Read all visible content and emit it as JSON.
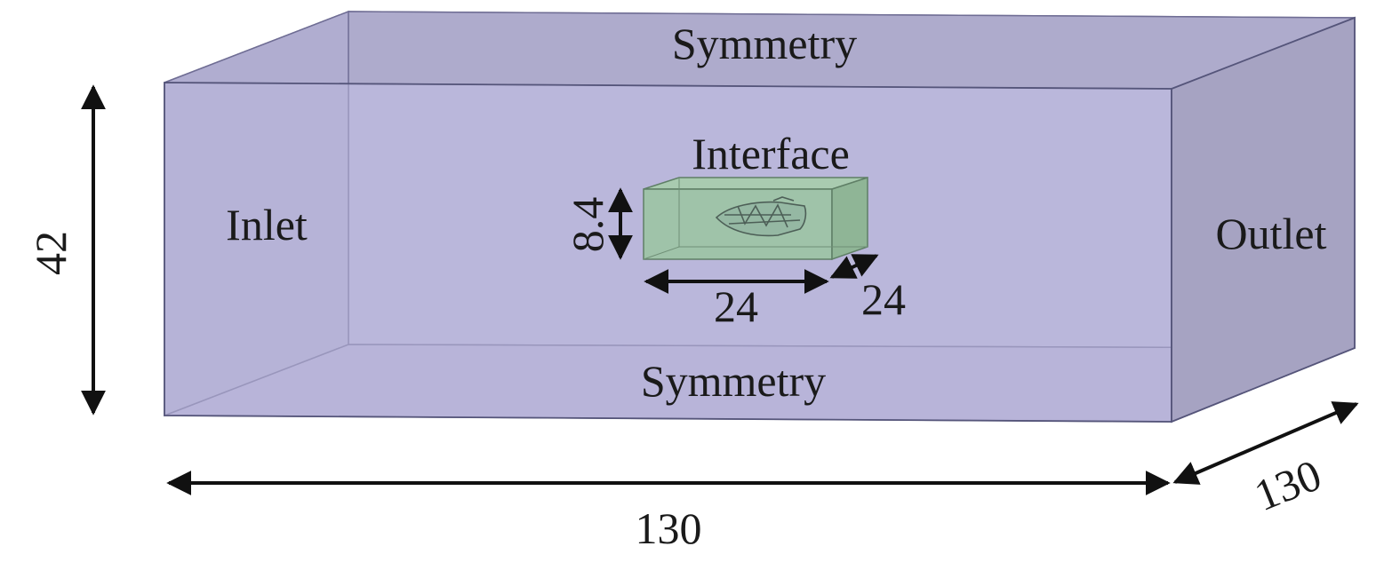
{
  "labels": {
    "top": "Symmetry",
    "bottom": "Symmetry",
    "inlet": "Inlet",
    "outlet": "Outlet",
    "interface": "Interface"
  },
  "dimensions": {
    "height": "42",
    "length": "130",
    "depth": "130",
    "interface_height": "8.4",
    "interface_length": "24",
    "interface_depth": "24"
  },
  "colors": {
    "domain_front": "#bbb8dd",
    "domain_side": "#a9a6c4",
    "domain_top": "#aeabcc",
    "interface_fill": "#9cc4a3",
    "edge": "#55557a",
    "arrow": "#111111"
  }
}
